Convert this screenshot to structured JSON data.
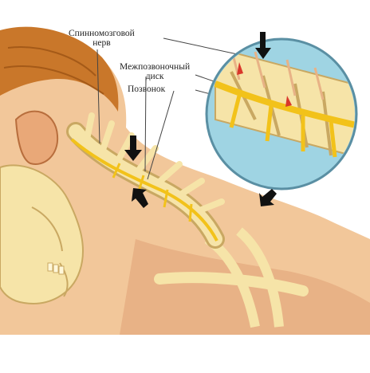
{
  "labels": {
    "nerve_line1": "Спинномозговой",
    "nerve_line2": "нерв",
    "disc_line1": "Межпозвоночный",
    "disc_line2": "диск",
    "vertebra": "Позвонок"
  },
  "colors": {
    "skin": "#f2c79a",
    "skin_shadow": "#d9955f",
    "hair": "#c9772a",
    "bone": "#f6e4a8",
    "bone_shadow": "#c9a862",
    "nerve": "#f2c21a",
    "lens_bg": "#9fd4e3",
    "arrow": "#111111"
  },
  "icons": [
    "arrow-icon",
    "magnifier-lens"
  ]
}
